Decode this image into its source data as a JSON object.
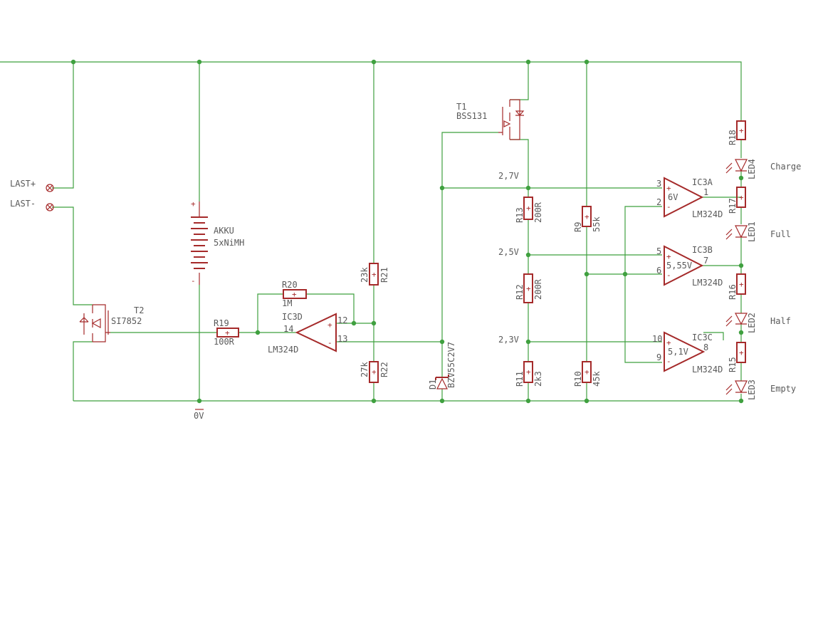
{
  "labels": {
    "last_plus": "LAST+",
    "last_minus": "LAST-",
    "gnd": "0V",
    "akku_name": "AKKU",
    "akku_value": "5xNiMH",
    "t2_name": "T2",
    "t2_value": "SI7852",
    "t1_name": "T1",
    "t1_value": "BSS131",
    "r19_name": "R19",
    "r19_value": "100R",
    "r20_name": "R20",
    "r20_value": "1M",
    "ic3d_name": "IC3D",
    "ic3d_value": "LM324D",
    "pin14": "14",
    "pin12": "12",
    "pin13": "13",
    "r21_name": "R21",
    "r21_value": "23k",
    "r22_name": "R22",
    "r22_value": "27k",
    "d1_name": "D1",
    "d1_value": "BZV55C2V7",
    "v27": "2,7V",
    "v25": "2,5V",
    "v23": "2,3V",
    "r13_name": "R13",
    "r13_value": "200R",
    "r12_name": "R12",
    "r12_value": "200R",
    "r11_name": "R11",
    "r11_value": "2k3",
    "r9_name": "R9",
    "r9_value": "55k",
    "r10_name": "R10",
    "r10_value": "45k",
    "ic3a_name": "IC3A",
    "ic3a_value": "LM324D",
    "ic3a_volt": "6V",
    "ic3b_name": "IC3B",
    "ic3b_value": "LM324D",
    "ic3b_volt": "5,55V",
    "ic3c_name": "IC3C",
    "ic3c_value": "LM324D",
    "ic3c_volt": "5,1V",
    "pin3": "3",
    "pin2": "2",
    "pin1": "1",
    "pin5": "5",
    "pin6": "6",
    "pin7": "7",
    "pin10": "10",
    "pin9": "9",
    "pin8": "8",
    "r18_name": "R18",
    "r17_name": "R17",
    "r16_name": "R16",
    "r15_name": "R15",
    "led4_name": "LED4",
    "led1_name": "LED1",
    "led2_name": "LED2",
    "led3_name": "LED3",
    "charge": "Charge",
    "full": "Full",
    "half": "Half",
    "empty": "Empty"
  },
  "colors": {
    "wire": "#3fa03f",
    "part": "#a52a2a",
    "text": "#5a5a5a",
    "background": "#ffffff"
  }
}
